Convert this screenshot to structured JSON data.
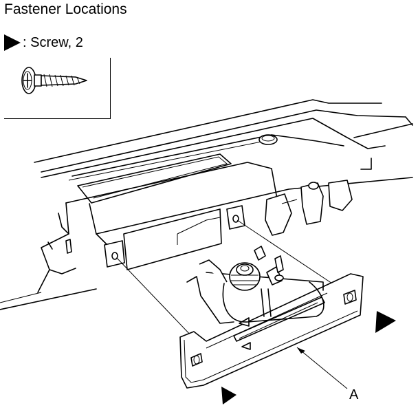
{
  "title": "Fastener Locations",
  "legend": {
    "symbol": "filled-triangle-arrow",
    "text": ": Screw, 2"
  },
  "inset": {
    "icon": "screw-icon"
  },
  "callout_label": "A",
  "icons": [
    "screw-icon",
    "arrow-marker-icon"
  ]
}
